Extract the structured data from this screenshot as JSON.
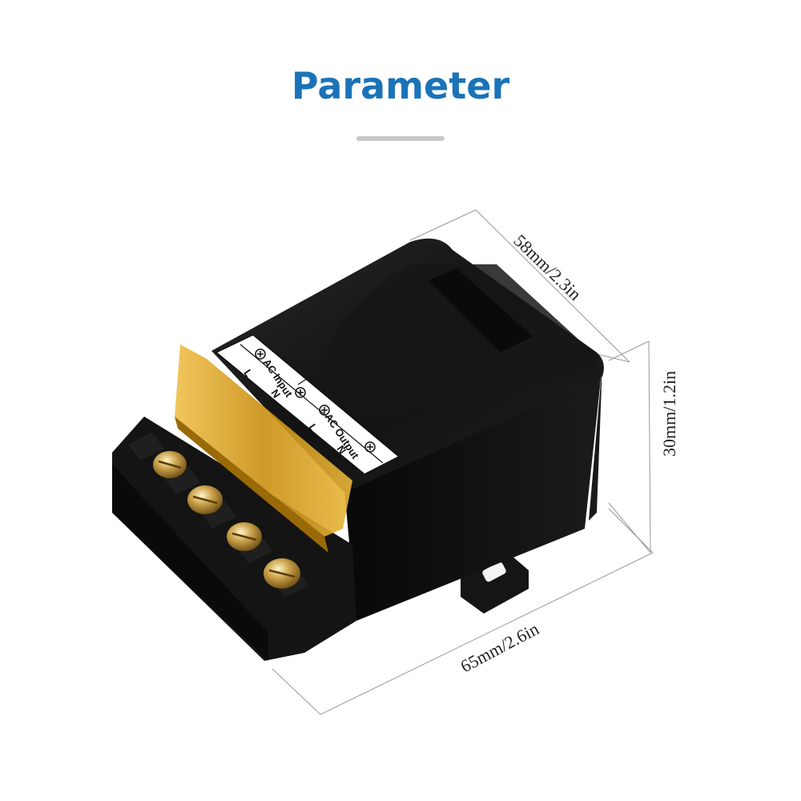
{
  "header": {
    "title": "Parameter",
    "accent_color": "#1a73b8"
  },
  "dimensions": {
    "width_label": "58mm/2.3in",
    "height_label": "30mm/1.2in",
    "length_label": "65mm/2.6in"
  },
  "device": {
    "housing_color": "#0c0c0c",
    "cover_color": "#d9a21a",
    "label_panel": {
      "input_title": "AC Input",
      "output_title": "AC Output",
      "line_label": "L",
      "neutral_label": "N"
    }
  }
}
